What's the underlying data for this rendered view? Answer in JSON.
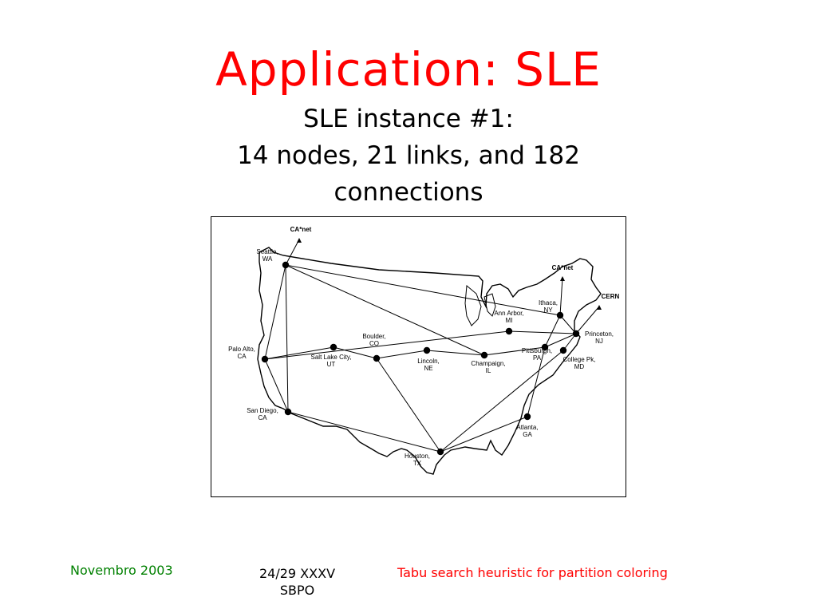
{
  "title": "Application: SLE",
  "subtitle": {
    "line1": "SLE instance #1:",
    "line2": "14 nodes, 21 links, and 182",
    "line3": "connections"
  },
  "map": {
    "nodes": [
      {
        "id": "seattle",
        "label_lines": [
          "Seattle,",
          "WA"
        ]
      },
      {
        "id": "palo_alto",
        "label_lines": [
          "Palo Alto,",
          "CA"
        ]
      },
      {
        "id": "san_diego",
        "label_lines": [
          "San Diego,",
          "CA"
        ]
      },
      {
        "id": "salt_lake",
        "label_lines": [
          "Salt Lake City,",
          "UT"
        ]
      },
      {
        "id": "boulder",
        "label_lines": [
          "Boulder,",
          "CO"
        ]
      },
      {
        "id": "lincoln",
        "label_lines": [
          "Lincoln,",
          "NE"
        ]
      },
      {
        "id": "champaign",
        "label_lines": [
          "Champaign,",
          "IL"
        ]
      },
      {
        "id": "houston",
        "label_lines": [
          "Houston,",
          "TX"
        ]
      },
      {
        "id": "atlanta",
        "label_lines": [
          "Atlanta,",
          "GA"
        ]
      },
      {
        "id": "ann_arbor",
        "label_lines": [
          "Ann Arbor,",
          "MI"
        ]
      },
      {
        "id": "pittsburgh",
        "label_lines": [
          "Pittsburgh,",
          "PA"
        ]
      },
      {
        "id": "ithaca",
        "label_lines": [
          "Ithaca,",
          "NY"
        ]
      },
      {
        "id": "princeton",
        "label_lines": [
          "Princeton,",
          "NJ"
        ]
      },
      {
        "id": "college_pk",
        "label_lines": [
          "College Pk,",
          "MD"
        ]
      }
    ],
    "external": [
      {
        "id": "canet_west",
        "label": "CA*net"
      },
      {
        "id": "canet_east",
        "label": "CA*net"
      },
      {
        "id": "cern",
        "label": "CERN"
      }
    ],
    "links": [
      [
        "seattle",
        "palo_alto"
      ],
      [
        "seattle",
        "san_diego"
      ],
      [
        "seattle",
        "champaign"
      ],
      [
        "seattle",
        "ithaca"
      ],
      [
        "palo_alto",
        "salt_lake"
      ],
      [
        "palo_alto",
        "san_diego"
      ],
      [
        "palo_alto",
        "ann_arbor"
      ],
      [
        "salt_lake",
        "boulder"
      ],
      [
        "boulder",
        "lincoln"
      ],
      [
        "boulder",
        "houston"
      ],
      [
        "lincoln",
        "champaign"
      ],
      [
        "champaign",
        "pittsburgh"
      ],
      [
        "san_diego",
        "houston"
      ],
      [
        "houston",
        "atlanta"
      ],
      [
        "houston",
        "college_pk"
      ],
      [
        "atlanta",
        "pittsburgh"
      ],
      [
        "ann_arbor",
        "princeton"
      ],
      [
        "ithaca",
        "princeton"
      ],
      [
        "pittsburgh",
        "princeton"
      ],
      [
        "pittsburgh",
        "ithaca"
      ],
      [
        "college_pk",
        "princeton"
      ]
    ]
  },
  "footer": {
    "left": "Novembro 2003",
    "mid_line1": "24/29 XXXV",
    "mid_line2": "SBPO",
    "right": "Tabu search heuristic for partition coloring"
  }
}
